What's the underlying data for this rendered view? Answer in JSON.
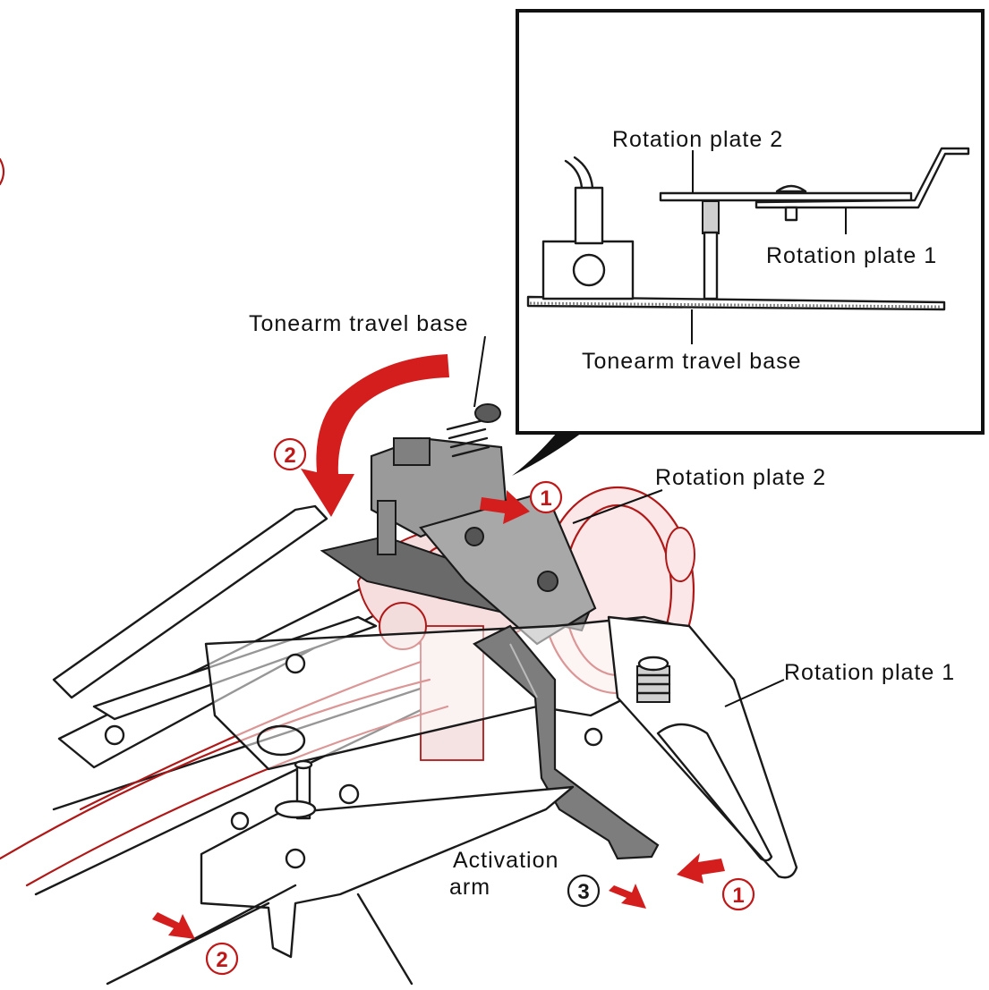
{
  "colors": {
    "ink": "#1a1a1a",
    "accent_red": "#d41e1e",
    "paper": "#ffffff"
  },
  "inset": {
    "labels": {
      "rotation_plate_2": "Rotation plate 2",
      "rotation_plate_1": "Rotation plate 1",
      "tonearm_travel_base": "Tonearm travel base"
    }
  },
  "main": {
    "labels": {
      "tonearm_travel_base": "Tonearm travel base",
      "rotation_plate_2": "Rotation plate 2",
      "rotation_plate_1": "Rotation plate 1",
      "activation_arm_line1": "Activation",
      "activation_arm_line2": "arm"
    },
    "step_markers": {
      "step_1_top": "1",
      "step_2_top": "2",
      "step_3": "3",
      "step_1_bottom": "1",
      "step_2_bottom": "2"
    }
  },
  "icons": {
    "curved_arrow": "curved-arrow-icon",
    "straight_arrow": "arrow-icon"
  }
}
